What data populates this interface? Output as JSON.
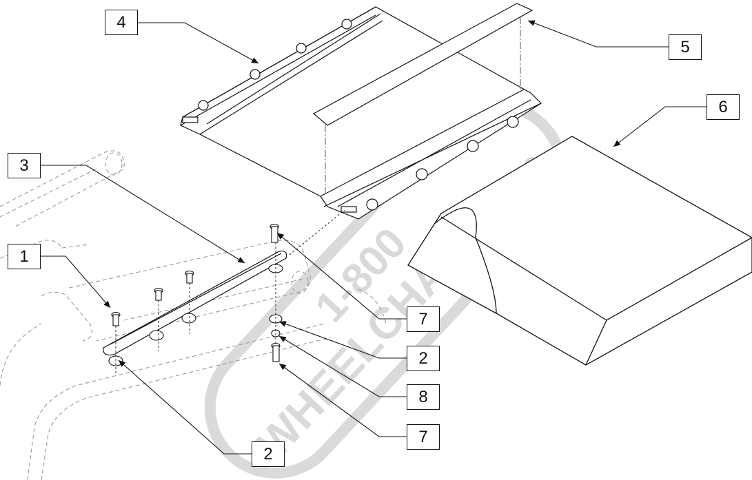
{
  "callouts": [
    {
      "id": "c4a",
      "label": "4"
    },
    {
      "id": "c5",
      "label": "5"
    },
    {
      "id": "c6",
      "label": "6"
    },
    {
      "id": "c3",
      "label": "3"
    },
    {
      "id": "c1",
      "label": "1"
    },
    {
      "id": "c7a",
      "label": "7"
    },
    {
      "id": "c2a",
      "label": "2"
    },
    {
      "id": "c8",
      "label": "8"
    },
    {
      "id": "c7b",
      "label": "7"
    },
    {
      "id": "c2b",
      "label": "2"
    }
  ],
  "watermark": {
    "line1": "1-800",
    "line2": "WHEELCHAIR.com"
  },
  "colors": {
    "line": "#111111",
    "dashed": "#9a9a9a",
    "watermark": "#d4d4d4"
  }
}
